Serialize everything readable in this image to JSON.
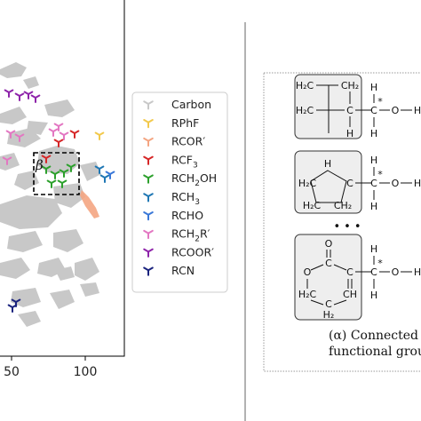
{
  "scatter": {
    "x_ticks": [
      "50",
      "100"
    ],
    "zoom_label": "β",
    "colors": {
      "carbon": "#c8c8c8",
      "rphf": "#f2c94c",
      "rcor": "#f4a582",
      "rcf3": "#d62728",
      "rch2oh": "#2ca02c",
      "rch3": "#1f77b4",
      "rcho": "#3a78d8",
      "rch2r": "#e377c2",
      "rcoor": "#8e24aa",
      "rcn": "#1a237e"
    }
  },
  "legend": {
    "items": [
      {
        "key": "carbon",
        "label": "Carbon",
        "sub": "",
        "tail": ""
      },
      {
        "key": "rphf",
        "label": "RPhF",
        "sub": "",
        "tail": ""
      },
      {
        "key": "rcor",
        "label": "RCOR′",
        "sub": "",
        "tail": ""
      },
      {
        "key": "rcf3",
        "label": "RCF",
        "sub": "3",
        "tail": ""
      },
      {
        "key": "rch2oh",
        "label": "RCH",
        "sub": "2",
        "tail": "OH"
      },
      {
        "key": "rch3",
        "label": "RCH",
        "sub": "3",
        "tail": ""
      },
      {
        "key": "rcho",
        "label": "RCHO",
        "sub": "",
        "tail": ""
      },
      {
        "key": "rch2r",
        "label": "RCH",
        "sub": "2",
        "tail": "R′"
      },
      {
        "key": "rcoor",
        "label": "RCOOR′",
        "sub": "",
        "tail": ""
      },
      {
        "key": "rcn",
        "label": "RCN",
        "sub": "",
        "tail": ""
      }
    ]
  },
  "structures": {
    "box1": {
      "h2c_a": "H₂C",
      "ch2": "CH₂",
      "h2c_b": "H₂C",
      "c": "C",
      "h": "H"
    },
    "box2": {
      "h": "H",
      "h2c_left": "H₂C",
      "h2c_bl": "H₂C",
      "ch2": "CH₂",
      "c": "C"
    },
    "box3": {
      "o_top": "O",
      "c_top": "C",
      "o_ring": "O",
      "c_right": "C",
      "h2c": "H₂C",
      "ch": "CH",
      "h2": "H₂",
      "c_bot": "C"
    },
    "side": {
      "h": "H",
      "c": "C",
      "o": "O",
      "star": "*"
    },
    "ellipsis": "•••",
    "caption_line1": "(α) Connected to cycl",
    "caption_line2": "functional group"
  }
}
